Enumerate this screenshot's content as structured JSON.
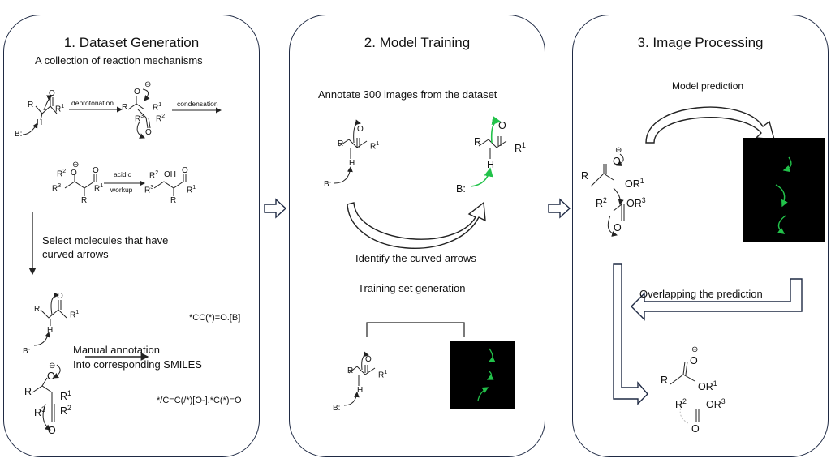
{
  "panels": [
    {
      "title": "1. Dataset Generation"
    },
    {
      "title": "2. Model Training"
    },
    {
      "title": "3. Image Processing"
    }
  ],
  "panel1": {
    "heading": "A collection of reaction mechanisms",
    "deprotonation": "deprotonation",
    "condensation": "condensation",
    "acidic": "acidic",
    "workup": "workup",
    "select_line1": "Select molecules that have",
    "select_line2": "curved arrows",
    "smiles1": "*CC(*)=O.[B]",
    "manual_line1": "Manual annotation",
    "manual_line2": "Into corresponding SMILES",
    "smiles2": "*/C=C(/*)[O-].*C(*)=O"
  },
  "panel2": {
    "annotate": "Annotate 300 images from the dataset",
    "identify": "Identify the curved arrows",
    "training": "Training set generation"
  },
  "panel3": {
    "model_prediction": "Model prediction",
    "overlapping": "Overlapping the prediction"
  },
  "atoms": {
    "R": "R",
    "R1": "R1",
    "R2": "R2",
    "R3": "R3",
    "O": "O",
    "H": "H",
    "B": "B:",
    "OH": "OH",
    "OR1": "OR1",
    "OR3": "OR3",
    "minus": "⊖"
  },
  "colors": {
    "border": "#1f2a44",
    "green_arrow": "#22c24a"
  }
}
